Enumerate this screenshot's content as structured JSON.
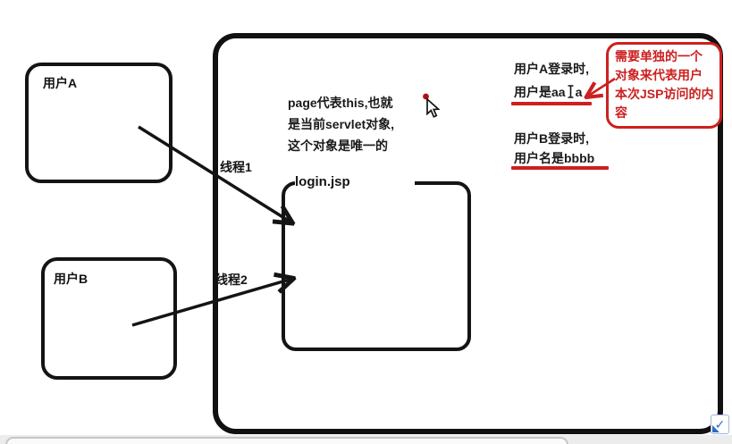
{
  "colors": {
    "ink": "#141414",
    "annotation_red": "#cc2020",
    "confirm_blue": "#2d6bc4"
  },
  "shapes": {
    "user_a": {
      "label": "用户A"
    },
    "user_b": {
      "label": "用户B"
    },
    "login_page": {
      "label": "login.jsp"
    },
    "thread1": {
      "label": "线程1"
    },
    "thread2": {
      "label": "线程2"
    }
  },
  "notes": {
    "page_note": {
      "lines": [
        "page代表this,也就",
        "是当前servlet对象,",
        "这个对象是唯一的"
      ]
    },
    "user_a_login": {
      "line1": "用户A登录时,",
      "value_before_caret": "用户是aa",
      "value_after_caret": "a"
    },
    "user_b_login": {
      "line1": "用户B登录时,",
      "line2": "用户名是bbbb"
    },
    "callout": {
      "lines": [
        "需要单独的一个",
        "对象来代表用户",
        "本次JSP访问的内",
        "容"
      ]
    }
  },
  "footer": {
    "confirm_glyph": "✓"
  }
}
